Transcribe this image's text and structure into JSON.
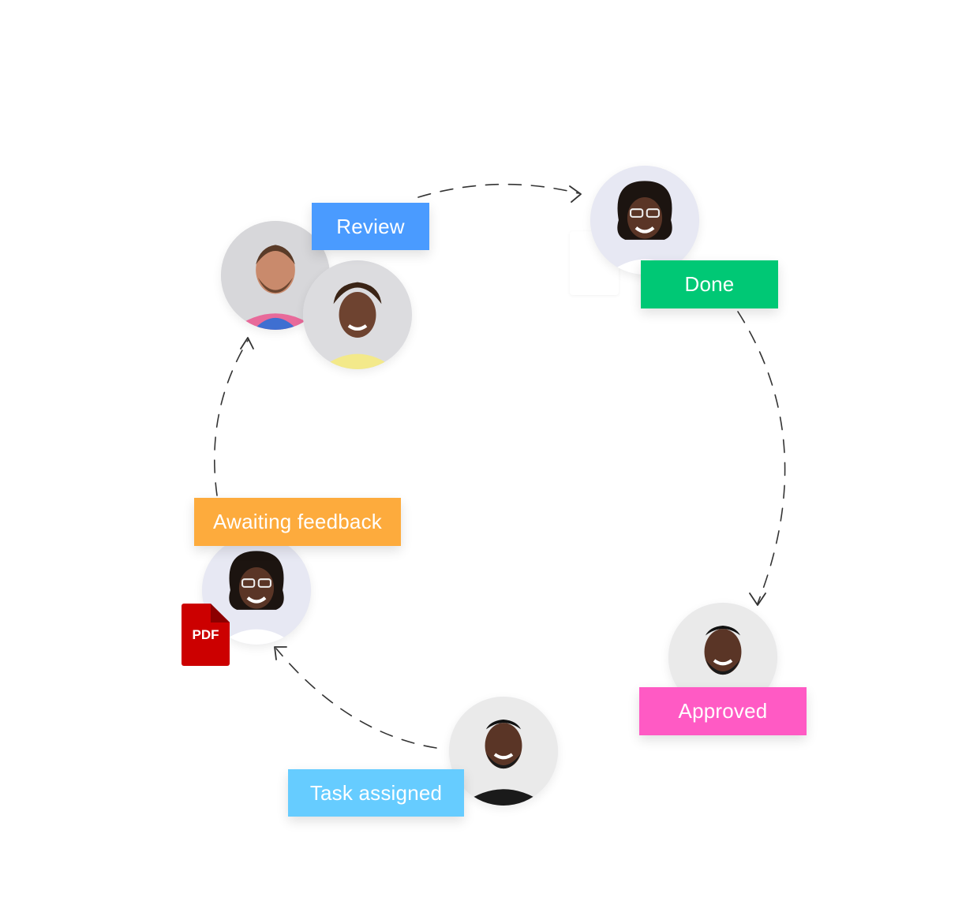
{
  "stages": {
    "review": "Review",
    "done": "Done",
    "approved": "Approved",
    "task_assigned": "Task assigned",
    "awaiting_feedback": "Awaiting feedback"
  },
  "attachment": {
    "label": "PDF"
  },
  "colors": {
    "review": "#4a9bff",
    "done": "#00c875",
    "approved": "#ff5ac4",
    "task_assigned": "#66ccff",
    "awaiting_feedback": "#fdab3d",
    "pdf": "#cc0000",
    "arrow": "#333333"
  },
  "icons": [
    "avatar-icon",
    "pdf-file-icon",
    "arrow-icon"
  ]
}
